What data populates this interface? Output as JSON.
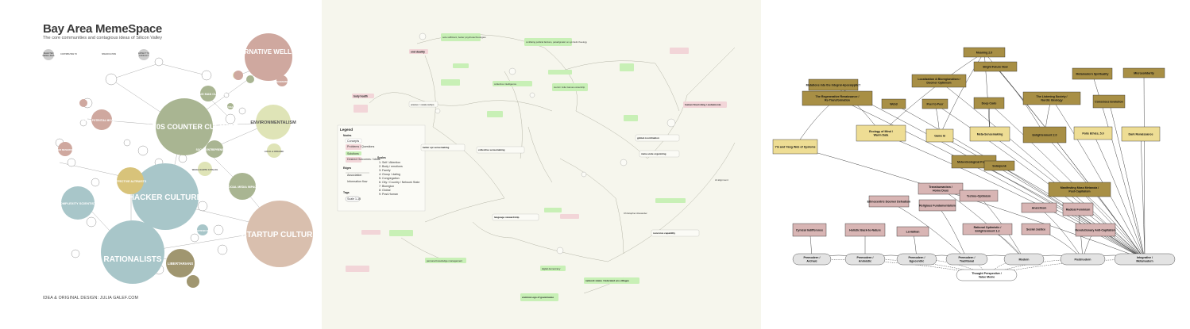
{
  "meme": {
    "title": "Bay Area MemeSpace",
    "subtitle": "The core communities and contagious ideas of Silicon Valley",
    "footer": "IDEA & ORIGINAL DESIGN: JULIA GALEF.COM",
    "legend": [
      "SELECTED MEME-LINES",
      "CONTRIBUTES TO",
      "SPECIFICATION",
      "EXPECT TO CONFLICT"
    ],
    "bubbles": [
      {
        "id": "alt",
        "label": "ALTERNATIVE WELLNESS",
        "color": "#cfa89f"
      },
      {
        "id": "sixties",
        "label": "60S & 70S COUNTER CULTURE",
        "color": "#a9b592"
      },
      {
        "id": "hacker",
        "label": "HACKER CULTURE",
        "color": "#a8c6c9"
      },
      {
        "id": "rationalists",
        "label": "RATIONALISTS",
        "color": "#a8c6c9"
      },
      {
        "id": "startup",
        "label": "STARTUP CULTURE",
        "color": "#d9bfae"
      },
      {
        "id": "env",
        "label": "ENVIRONMENTALISM",
        "color": "#dfe4b7"
      },
      {
        "id": "burning",
        "label": "BURNING MAN CULTURE",
        "color": "#a9b592"
      },
      {
        "id": "social",
        "label": "SOCIAL ENTREPRENEURSHIP",
        "color": "#a9b592"
      },
      {
        "id": "socialmedia",
        "label": "SOCIAL MEDIA IMPACT",
        "color": "#a9b592"
      },
      {
        "id": "effective",
        "label": "EFFECTIVE ALTRUISTS",
        "color": "#d8c37a"
      },
      {
        "id": "human",
        "label": "HUMAN POTENTIAL MOVEMENT",
        "color": "#cfa89f"
      },
      {
        "id": "complexity",
        "label": "COMPLEXITY SCIENTISTS",
        "color": "#a8c6c9"
      },
      {
        "id": "liberterians",
        "label": "LIBERTARIANS",
        "color": "#a09670"
      },
      {
        "id": "sober",
        "label": "SOBER MUSHROOMS",
        "color": "#cfa89f"
      },
      {
        "id": "whole",
        "label": "WHOLE EARTH CATALOG",
        "color": "#dfe4b7"
      },
      {
        "id": "local",
        "label": "LOCAL & ORGANIC",
        "color": "#dfe4b7"
      },
      {
        "id": "yoga",
        "label": "YOGA",
        "color": "#a9b592"
      },
      {
        "id": "shamanism",
        "label": "SHAMANISM",
        "color": "#cfa89f"
      },
      {
        "id": "quantified",
        "label": "QUANTIFIED SELF",
        "color": "#a8c6c9"
      }
    ]
  },
  "flow": {
    "legend_title": "Legend",
    "legend_nodes_title": "Nodes",
    "legend_nodes": [
      "Concepts",
      "Problems / Questions",
      "Solutions",
      "Desired Outcomes / Ideas"
    ],
    "legend_scales_title": "Scales",
    "legend_scales": [
      "1: Self / Attention",
      "2: Body / emotions",
      "3: Family",
      "4: Group / dating",
      "5: Congregation",
      "6: City / Country / Network State",
      "7: Bioregion",
      "8: Global",
      "9: Post-Human"
    ],
    "legend_edges_title": "Edges",
    "legend_edges": [
      "Association",
      "Information flow"
    ],
    "legend_tags_title": "Tags",
    "legend_tag_example": "Scale 1-10",
    "nodes": [
      {
        "label": "sole sufficient, better psychotechnologies",
        "kind": "green"
      },
      {
        "label": "end duality",
        "kind": "pink"
      },
      {
        "label": "conflating political factions, paradigmatic on symbolic theology",
        "kind": "green"
      },
      {
        "label": "collective intelligence",
        "kind": "green"
      },
      {
        "label": "tourist / indie Games ownership",
        "kind": "plain"
      },
      {
        "label": "body health",
        "kind": "pink"
      },
      {
        "label": "wisdom / relationships",
        "kind": "plain"
      },
      {
        "label": "collective sensemaking",
        "kind": "plain"
      },
      {
        "label": "global coordination",
        "kind": "plain"
      },
      {
        "label": "human flourishing / eudaimonia",
        "kind": "pink"
      },
      {
        "label": "better epi sensemaking",
        "kind": "plain"
      },
      {
        "label": "meta-scale organizing",
        "kind": "plain"
      },
      {
        "label": "language stewardship",
        "kind": "plain"
      },
      {
        "label": "network states / federated eco-villages",
        "kind": "green"
      },
      {
        "label": "common ego of governance",
        "kind": "green"
      },
      {
        "label": "digital democracy",
        "kind": "green"
      },
      {
        "label": "personal knowledge management",
        "kind": "green"
      },
      {
        "label": "recursive capability",
        "kind": "plain"
      },
      {
        "label": "Christopher Alexander",
        "kind": "plain"
      },
      {
        "label": "AI alignment",
        "kind": "plain"
      }
    ]
  },
  "meta": {
    "nodes": [
      {
        "id": "m1",
        "label": "Mutations into the Integral-Apocalyptic?",
        "style": "gold"
      },
      {
        "id": "m2",
        "label": "Meaning 2.0",
        "style": "gold"
      },
      {
        "id": "m3",
        "label": "Bright Future Now",
        "style": "gold"
      },
      {
        "id": "m4",
        "label": "Metamodern Spirituality",
        "style": "gold"
      },
      {
        "id": "m5",
        "label": "Microsolidarity",
        "style": "gold"
      },
      {
        "id": "m6",
        "label": "Localization & Bioregionalism / Doomer Optimism",
        "style": "gold"
      },
      {
        "id": "m7",
        "label": "The Regenerative Renaissance / Re-Transformation",
        "style": "gold"
      },
      {
        "id": "m8",
        "label": "Web3",
        "style": "gold"
      },
      {
        "id": "m9",
        "label": "Peer to Peer",
        "style": "gold"
      },
      {
        "id": "m10",
        "label": "Deep Code",
        "style": "gold"
      },
      {
        "id": "m11",
        "label": "The Listening Society / Nordic Ideology",
        "style": "gold"
      },
      {
        "id": "m12",
        "label": "Conscious Evolution",
        "style": "gold"
      },
      {
        "id": "m13",
        "label": "Yin and Yang Web of Systems",
        "style": "light"
      },
      {
        "id": "m14",
        "label": "Ecology of Mind / Warm Data",
        "style": "light"
      },
      {
        "id": "m15",
        "label": "Game B",
        "style": "light"
      },
      {
        "id": "m16",
        "label": "Meta-Sensemaking",
        "style": "light"
      },
      {
        "id": "m17",
        "label": "Enlightenment 2.0",
        "style": "gold"
      },
      {
        "id": "m18",
        "label": "Polis Ethics, 5.0",
        "style": "light"
      },
      {
        "id": "m19",
        "label": "Dark Renaissance",
        "style": "light"
      },
      {
        "id": "m20",
        "label": "Meta-Ideological Politics",
        "style": "gold"
      },
      {
        "id": "m21",
        "label": "Solarpunk",
        "style": "gold"
      },
      {
        "id": "m22",
        "label": "Manifesting Mass Metanoia / Post-Capitalism",
        "style": "gold"
      },
      {
        "id": "m23",
        "label": "Transhumanism / Homo Deus",
        "style": "pink"
      },
      {
        "id": "m24",
        "label": "Techno-Optimism",
        "style": "pink"
      },
      {
        "id": "m25",
        "label": "Ethnocentric Doomer Defeatism",
        "style": "pink"
      },
      {
        "id": "m26",
        "label": "Religious Fundamentalism",
        "style": "pink"
      },
      {
        "id": "m27",
        "label": "Anarchism",
        "style": "pink"
      },
      {
        "id": "m28",
        "label": "Radical Feminism",
        "style": "pink"
      },
      {
        "id": "m29",
        "label": "Cynical Indifference",
        "style": "pink"
      },
      {
        "id": "m30",
        "label": "Holistic Back-to-Nature",
        "style": "pink"
      },
      {
        "id": "m31",
        "label": "Leviathan",
        "style": "pink"
      },
      {
        "id": "m32",
        "label": "Rational Optimistic / Enlightenment 1.2",
        "style": "pink"
      },
      {
        "id": "m33",
        "label": "Social Justice",
        "style": "pink"
      },
      {
        "id": "m34",
        "label": "Revolutionary Anti-Capitalism",
        "style": "pink"
      }
    ],
    "stages": [
      {
        "id": "s1",
        "label": "Premodern / Archaic"
      },
      {
        "id": "s2",
        "label": "Premodern / Animistic"
      },
      {
        "id": "s3",
        "label": "Premodern / Egocentric"
      },
      {
        "id": "s4",
        "label": "Premodern / Traditional"
      },
      {
        "id": "s5",
        "label": "Modern"
      },
      {
        "id": "s6",
        "label": "Postmodern"
      },
      {
        "id": "s7",
        "label": "Integrative / Metamodern"
      }
    ],
    "root": "Thought Perspective / Value Meme"
  }
}
